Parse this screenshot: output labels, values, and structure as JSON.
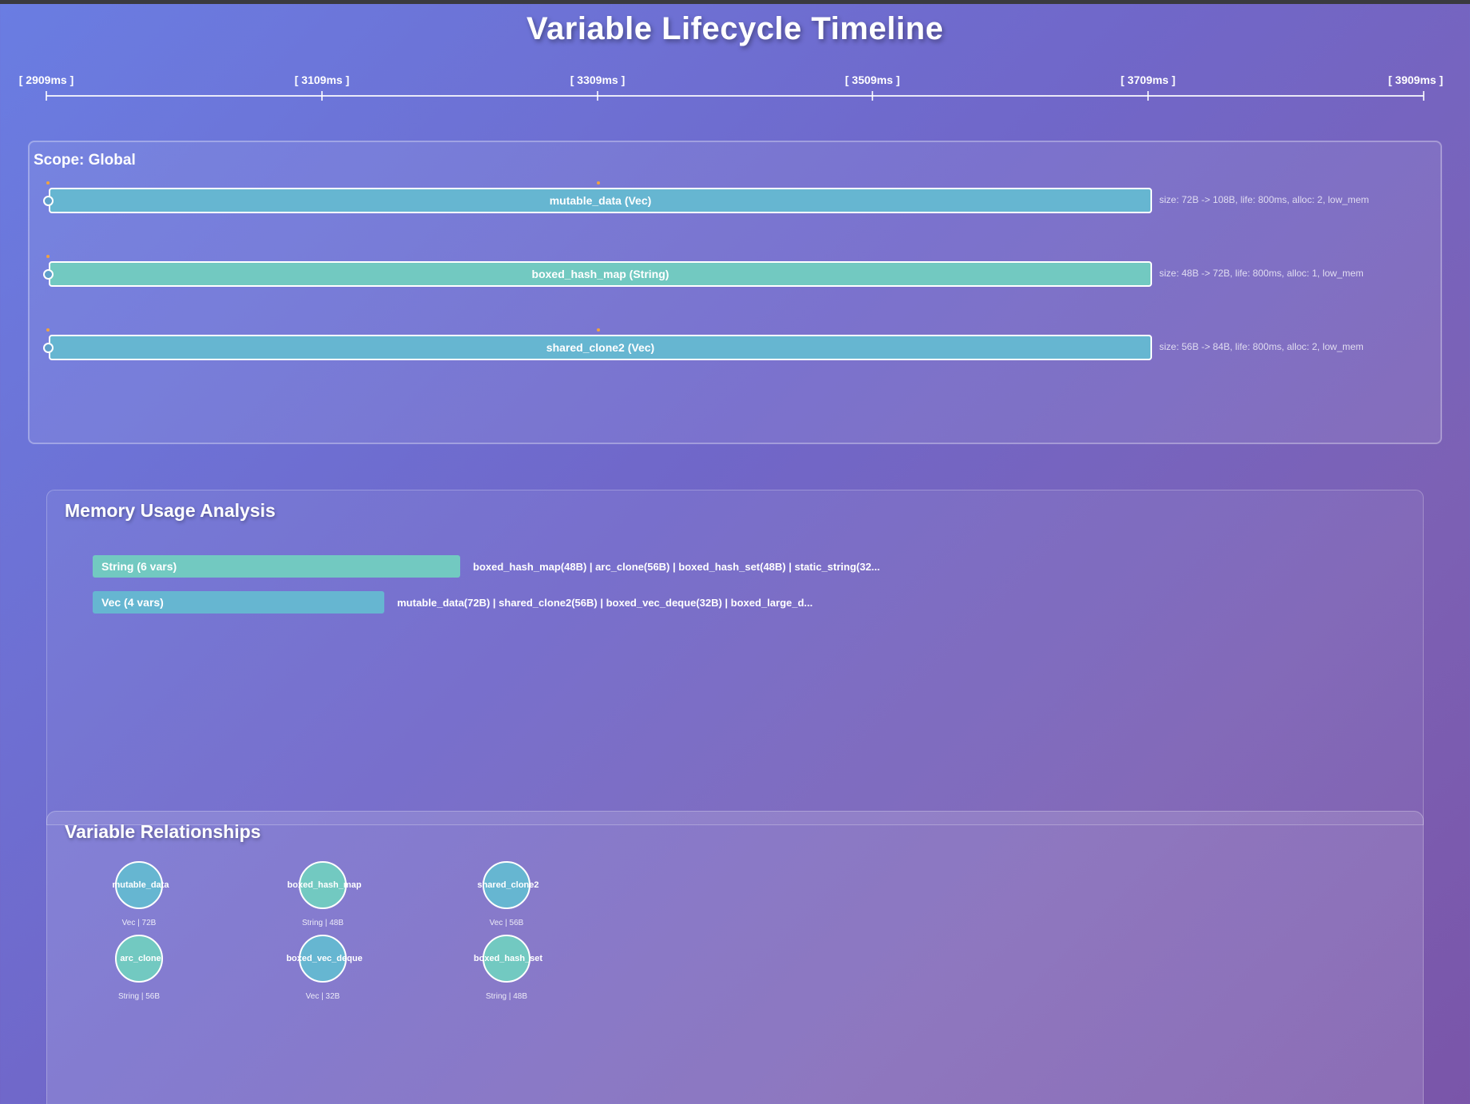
{
  "page_title": "Variable Lifecycle Timeline",
  "axis": {
    "ticks": [
      "[ 2909ms ]",
      "[ 3109ms ]",
      "[ 3309ms ]",
      "[ 3509ms ]",
      "[ 3709ms ]",
      "[ 3909ms ]"
    ]
  },
  "scope": {
    "title": "Scope: Global",
    "variables": [
      {
        "label": "mutable_data (Vec)",
        "info": "size: 72B -> 108B, life: 800ms, alloc: 2, low_mem",
        "color": "#66b6d1"
      },
      {
        "label": "boxed_hash_map (String)",
        "info": "size: 48B -> 72B, life: 800ms, alloc: 1, low_mem",
        "color": "#72c9c1"
      },
      {
        "label": "shared_clone2 (Vec)",
        "info": "size: 56B -> 84B, life: 800ms, alloc: 2, low_mem",
        "color": "#66b6d1"
      }
    ]
  },
  "memory": {
    "title": "Memory Usage Analysis",
    "rows": [
      {
        "label": "String (6 vars)",
        "vars": "boxed_hash_map(48B) | arc_clone(56B) | boxed_hash_set(48B) | static_string(32...",
        "color": "#72c9c1"
      },
      {
        "label": "Vec (4 vars)",
        "vars": "mutable_data(72B) | shared_clone2(56B) | boxed_vec_deque(32B) | boxed_large_d...",
        "color": "#66b6d1"
      }
    ]
  },
  "relationships": {
    "title": "Variable Relationships",
    "nodes": [
      {
        "name": "mutable_data",
        "meta": "Vec | 72B",
        "color": "#66b6d1"
      },
      {
        "name": "boxed_hash_map",
        "meta": "String | 48B",
        "color": "#72c9c1"
      },
      {
        "name": "shared_clone2",
        "meta": "Vec | 56B",
        "color": "#66b6d1"
      },
      {
        "name": "arc_clone",
        "meta": "String | 56B",
        "color": "#72c9c1"
      },
      {
        "name": "boxed_vec_deque",
        "meta": "Vec | 32B",
        "color": "#66b6d1"
      },
      {
        "name": "boxed_hash_set",
        "meta": "String | 48B",
        "color": "#72c9c1"
      }
    ]
  }
}
